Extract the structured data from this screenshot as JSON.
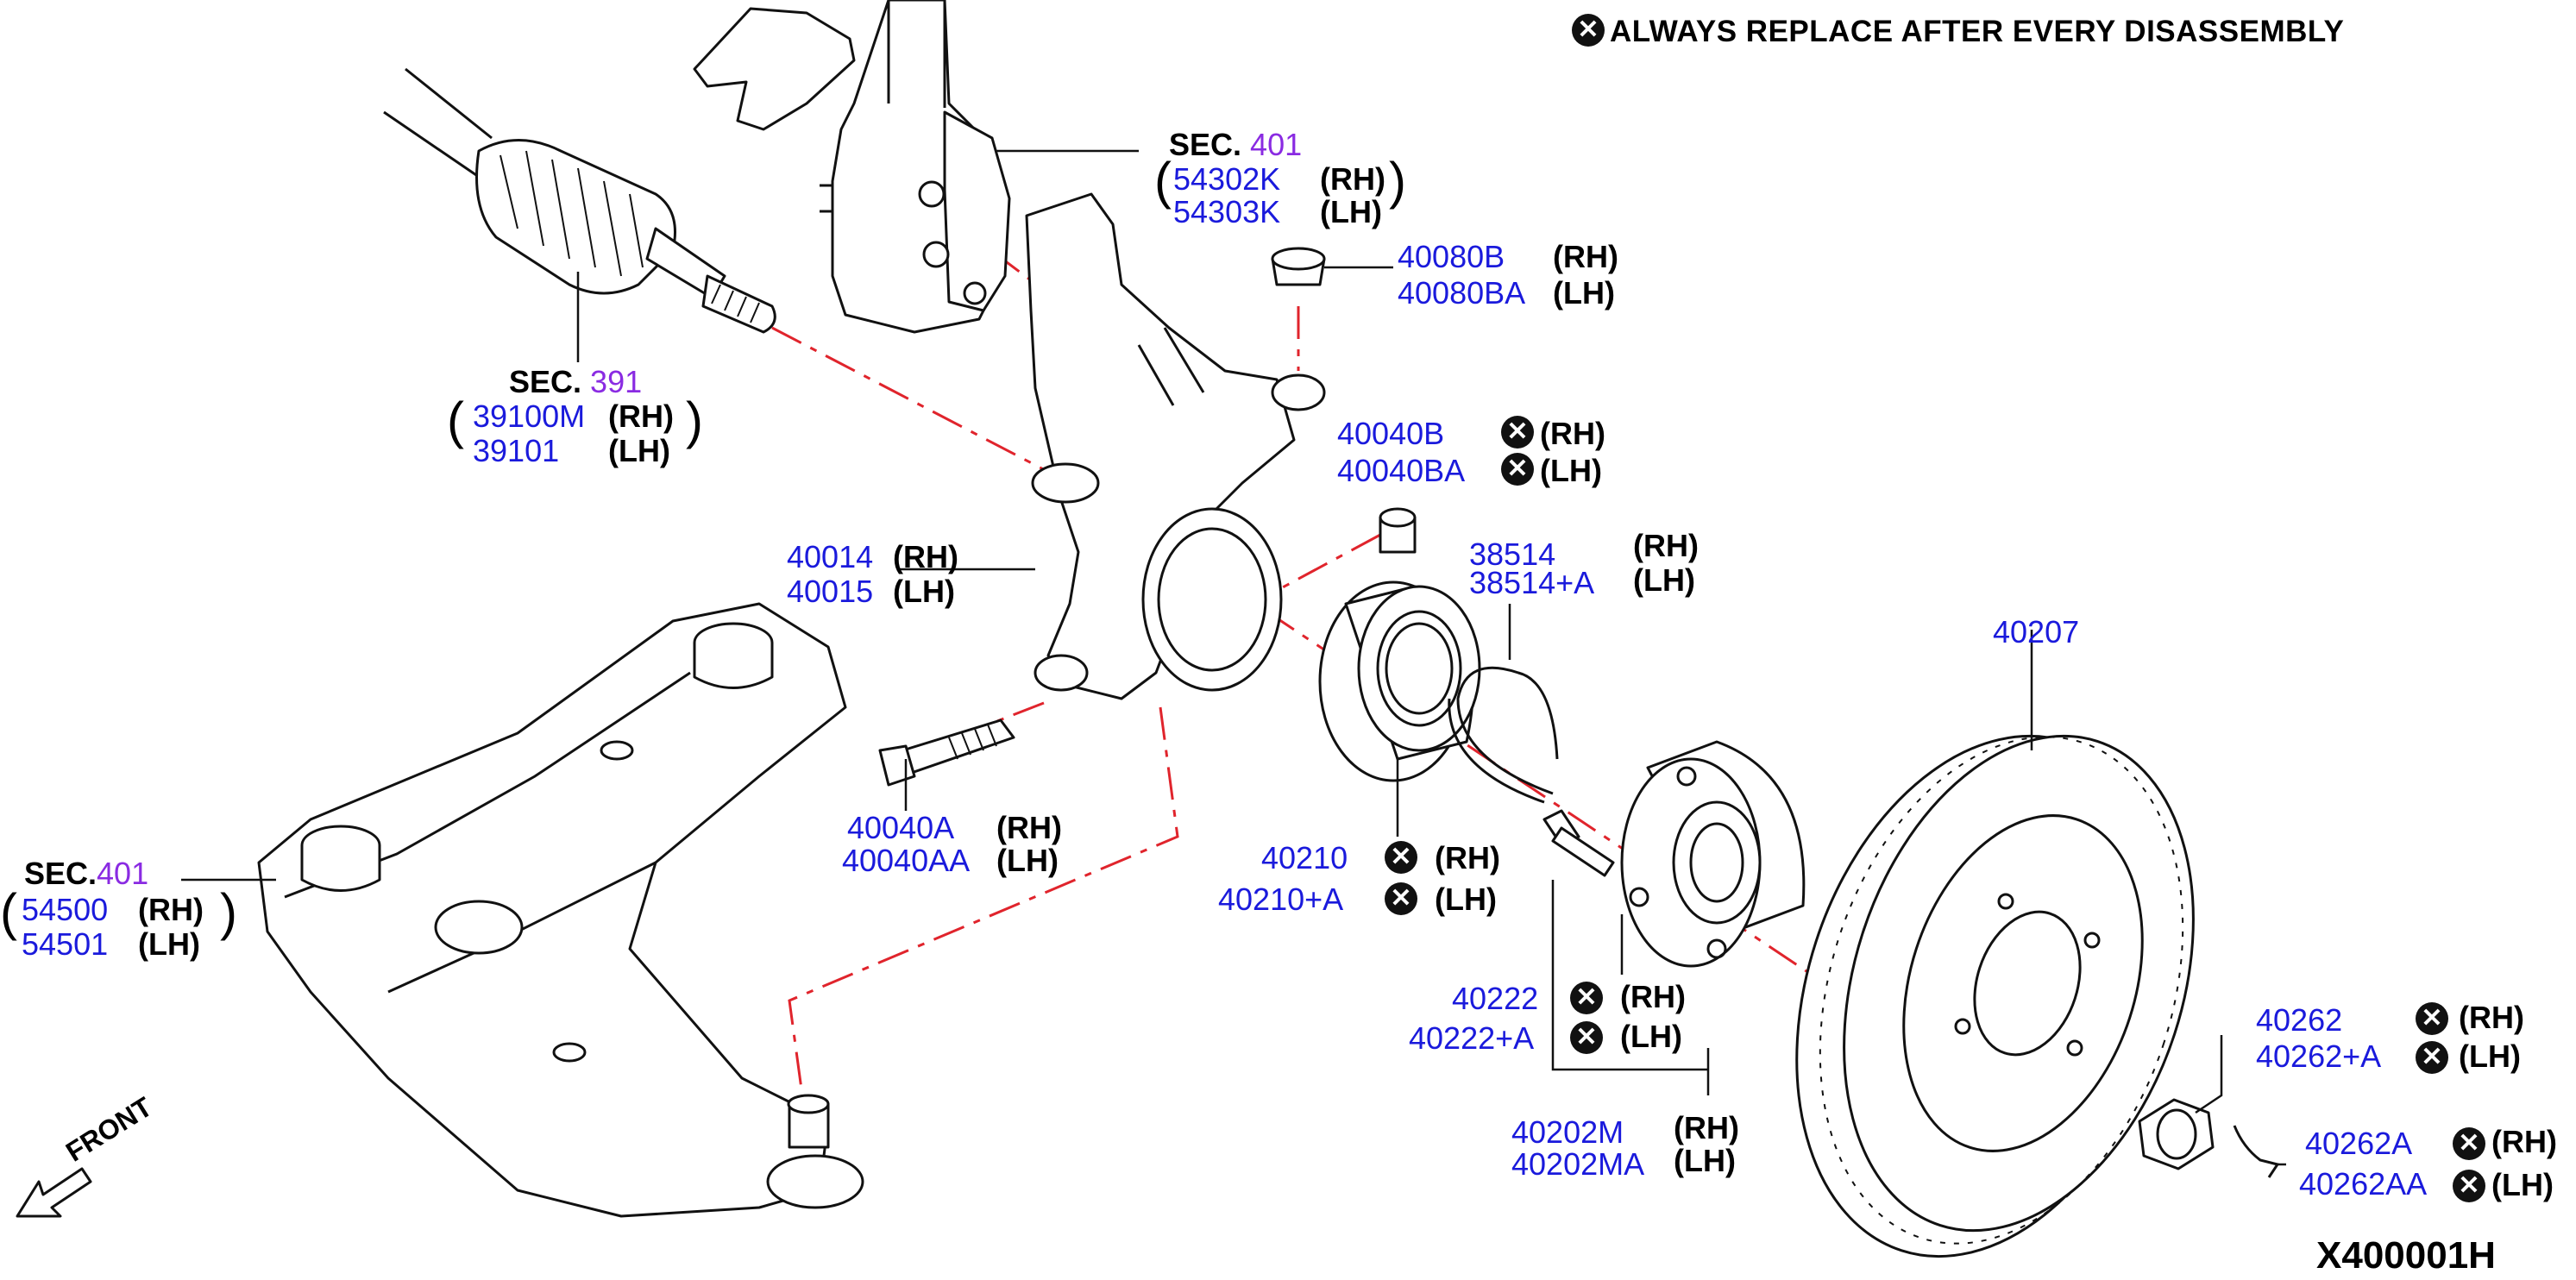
{
  "note": {
    "text": "ALWAYS REPLACE AFTER EVERY DISASSEMBLY",
    "mark_icon": "circled-x-icon"
  },
  "diagram_code": "X400001H",
  "front_label": "FRONT",
  "sec_prefix": "SEC.",
  "sec_prefix_tight": "SEC.",
  "sections": {
    "strut": "401",
    "drive_shaft": "391",
    "lower_arm": "401"
  },
  "sides": {
    "rh": "(RH)",
    "lh": "(LH)"
  },
  "parens": {
    "open": "(",
    "close": ")"
  },
  "parts": {
    "strut_rh": "54302K",
    "strut_lh": "54303K",
    "nut_rh": "40080B",
    "nut_lh": "40080BA",
    "drive_shaft_rh": "39100M",
    "drive_shaft_lh": "39101",
    "cotter_rh": "40040B",
    "cotter_lh": "40040BA",
    "knuckle_rh": "40014",
    "knuckle_lh": "40015",
    "snap_ring_rh": "38514",
    "snap_ring_lh": "38514+A",
    "rotor": "40207",
    "bolt_rh": "40040A",
    "bolt_lh": "40040AA",
    "bearing_rh": "40210",
    "bearing_lh": "40210+A",
    "lower_arm_rh": "54500",
    "lower_arm_lh": "54501",
    "hub_bolt_rh": "40222",
    "hub_bolt_lh": "40222+A",
    "hub_assy_rh": "40202M",
    "hub_assy_lh": "40202MA",
    "hub_nut_rh": "40262",
    "hub_nut_lh": "40262+A",
    "hub_cotter_rh": "40262A",
    "hub_cotter_lh": "40262AA"
  }
}
